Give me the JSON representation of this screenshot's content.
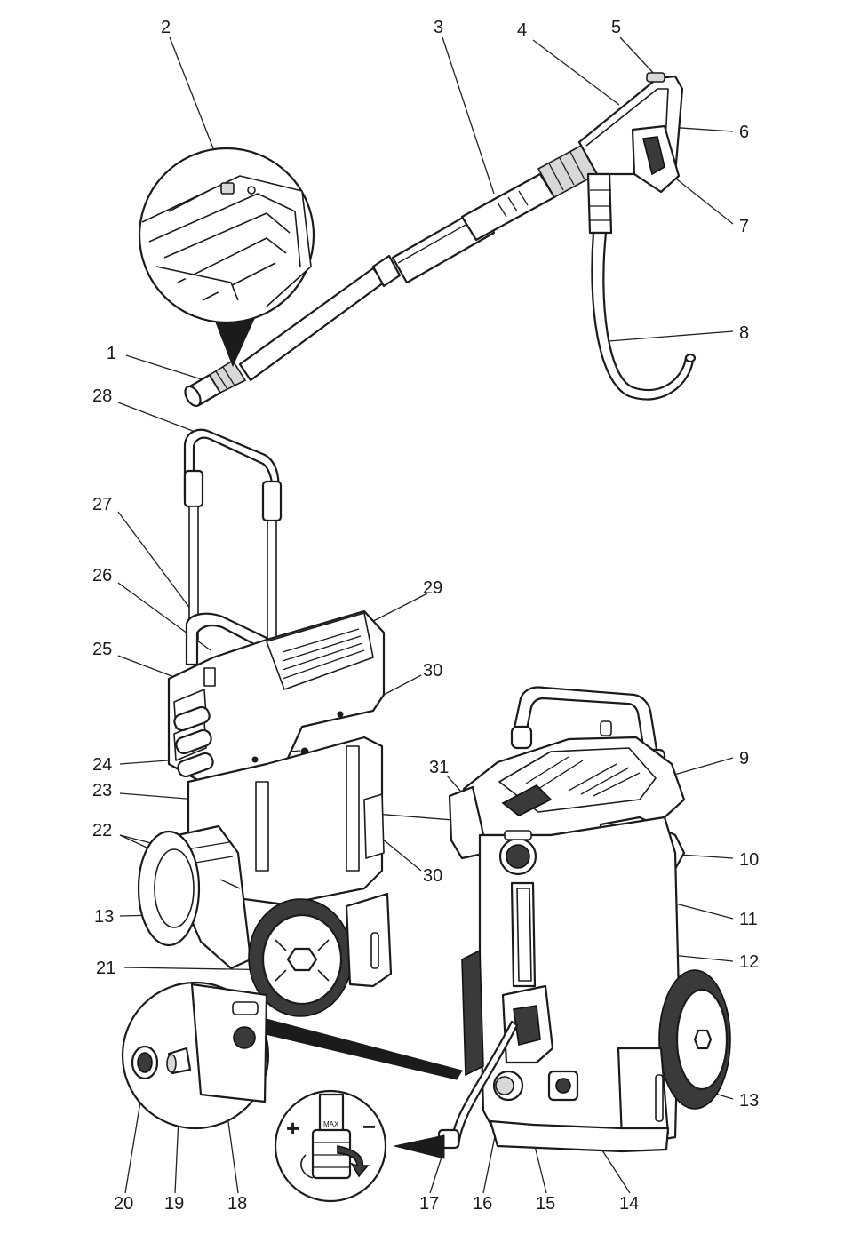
{
  "diagram": {
    "callouts": [
      {
        "id": "c1",
        "text": "1"
      },
      {
        "id": "c2",
        "text": "2"
      },
      {
        "id": "c3",
        "text": "3"
      },
      {
        "id": "c4",
        "text": "4"
      },
      {
        "id": "c5",
        "text": "5"
      },
      {
        "id": "c6",
        "text": "6"
      },
      {
        "id": "c7",
        "text": "7"
      },
      {
        "id": "c8",
        "text": "8"
      },
      {
        "id": "c9",
        "text": "9"
      },
      {
        "id": "c10",
        "text": "10"
      },
      {
        "id": "c11",
        "text": "11"
      },
      {
        "id": "c12",
        "text": "12"
      },
      {
        "id": "c13a",
        "text": "13"
      },
      {
        "id": "c13b",
        "text": "13"
      },
      {
        "id": "c14",
        "text": "14"
      },
      {
        "id": "c15",
        "text": "15"
      },
      {
        "id": "c16",
        "text": "16"
      },
      {
        "id": "c17",
        "text": "17"
      },
      {
        "id": "c18",
        "text": "18"
      },
      {
        "id": "c19",
        "text": "19"
      },
      {
        "id": "c20",
        "text": "20"
      },
      {
        "id": "c21",
        "text": "21"
      },
      {
        "id": "c22",
        "text": "22"
      },
      {
        "id": "c23",
        "text": "23"
      },
      {
        "id": "c24",
        "text": "24"
      },
      {
        "id": "c25",
        "text": "25"
      },
      {
        "id": "c26",
        "text": "26"
      },
      {
        "id": "c27",
        "text": "27"
      },
      {
        "id": "c28",
        "text": "28"
      },
      {
        "id": "c29",
        "text": "29"
      },
      {
        "id": "c30a",
        "text": "30"
      },
      {
        "id": "c30b",
        "text": "30"
      },
      {
        "id": "c31",
        "text": "31"
      }
    ],
    "inset_labels": {
      "plus": "+",
      "minus": "−",
      "max": "MAX"
    }
  }
}
